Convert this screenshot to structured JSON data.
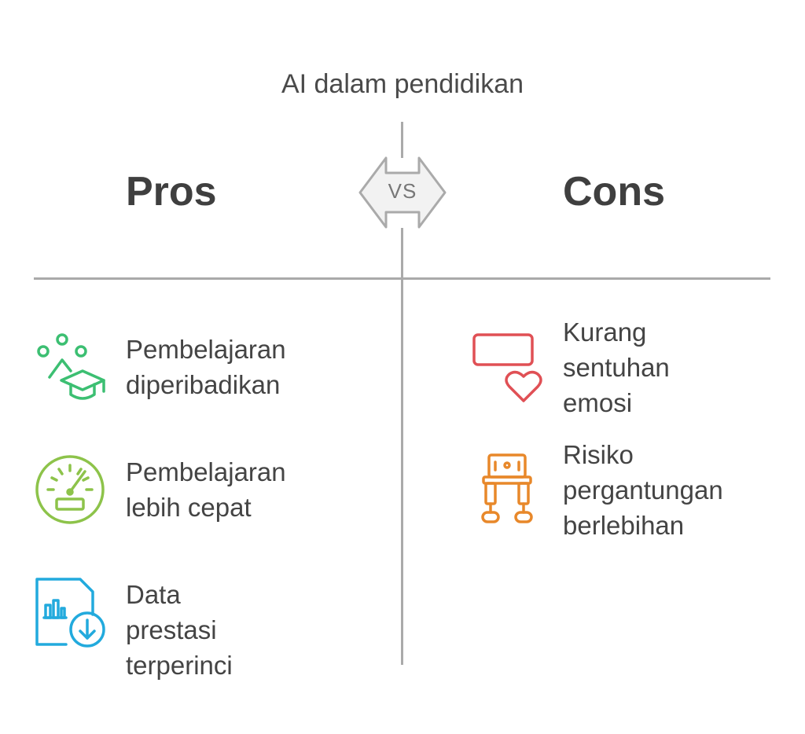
{
  "title": "AI dalam pendidikan",
  "pros": {
    "heading": "Pros",
    "items": [
      {
        "label": "Pembelajaran\ndiperibadikan",
        "icon": "personalized-learning-icon",
        "color": "#3cbf72"
      },
      {
        "label": "Pembelajaran\nlebih cepat",
        "icon": "speedometer-icon",
        "color": "#8dc34a"
      },
      {
        "label": "Data prestasi\nterperinci",
        "icon": "document-chart-download-icon",
        "color": "#22aadd"
      }
    ]
  },
  "vs_label": "VS",
  "cons": {
    "heading": "Cons",
    "items": [
      {
        "label": "Kurang\nsentuhan\nemosi",
        "icon": "screen-heart-icon",
        "color": "#e05055"
      },
      {
        "label": "Risiko\npergantungan\nberlebihan",
        "icon": "robot-icon",
        "color": "#e8882a"
      }
    ]
  },
  "colors": {
    "divider": "#aaaaaa",
    "text": "#444444",
    "heading": "#3f3f3f"
  }
}
